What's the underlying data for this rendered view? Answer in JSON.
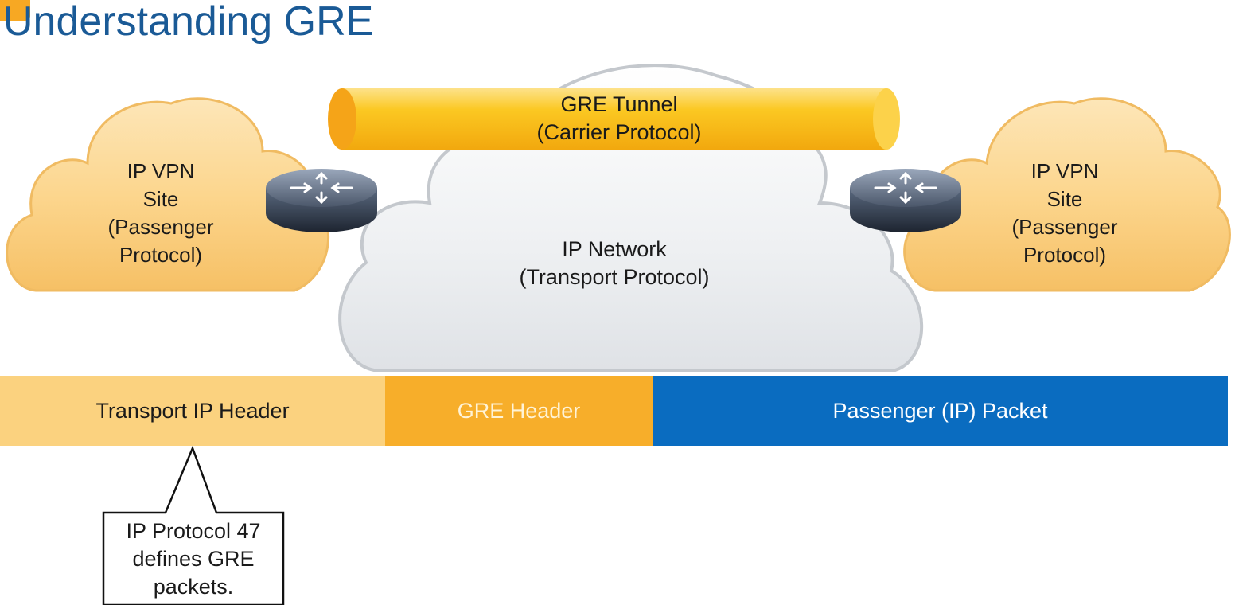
{
  "title": "Understanding GRE",
  "colors": {
    "title": "#1a5a96",
    "accent_orange": "#f7a823",
    "transport_header_bg": "#fbd27f",
    "gre_header_bg": "#f7ae2a",
    "passenger_bg": "#0a6cc0",
    "tunnel": "#fbc21a"
  },
  "tunnel": {
    "line1": "GRE Tunnel",
    "line2": "(Carrier Protocol)"
  },
  "left_site": {
    "line1": "IP VPN",
    "line2": "Site",
    "line3": "(Passenger",
    "line4": "Protocol)"
  },
  "right_site": {
    "line1": "IP VPN",
    "line2": "Site",
    "line3": "(Passenger",
    "line4": "Protocol)"
  },
  "network": {
    "line1": "IP Network",
    "line2": "(Transport Protocol)"
  },
  "packet": {
    "transport_header": "Transport IP Header",
    "gre_header": "GRE Header",
    "passenger_packet": "Passenger (IP) Packet"
  },
  "callout": {
    "line1": "IP Protocol 47",
    "line2": "defines GRE",
    "line3": "packets."
  },
  "icons": [
    "router-icon",
    "router-icon"
  ]
}
